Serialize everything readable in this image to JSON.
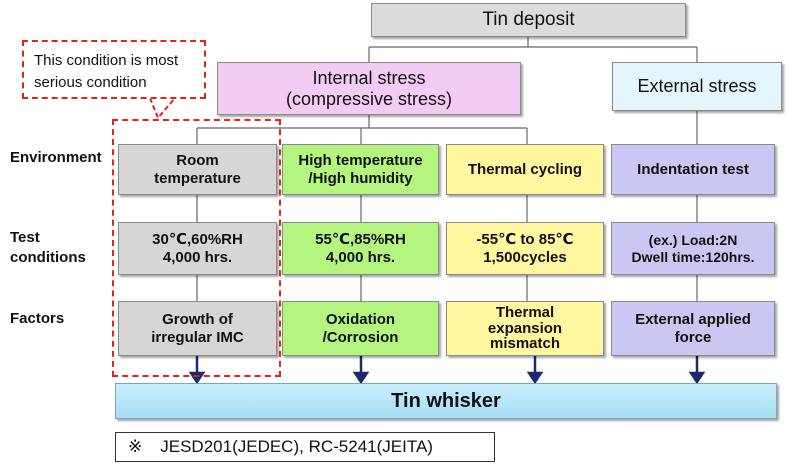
{
  "title": "Tin deposit",
  "internal_stress": {
    "line1": "Internal stress",
    "line2": "(compressive stress)"
  },
  "external_stress": "External stress",
  "row_labels": {
    "environment": "Environment",
    "test_line1": "Test",
    "test_line2": "conditions",
    "factors": "Factors"
  },
  "environment": [
    {
      "line1": "Room",
      "line2": "temperature"
    },
    {
      "line1": "High temperature",
      "line2": "/High humidity"
    },
    {
      "line1": "Thermal cycling"
    },
    {
      "line1": "Indentation test"
    }
  ],
  "test_conditions": [
    {
      "line1": "30℃,60%RH",
      "line2": "4,000 hrs."
    },
    {
      "line1": "55℃,85%RH",
      "line2": "4,000 hrs."
    },
    {
      "line1": "-55℃ to 85℃",
      "line2": "1,500cycles"
    },
    {
      "line1": "(ex.) Load:2N",
      "line2": "Dwell time:120hrs."
    }
  ],
  "factors": [
    {
      "line1": "Growth of",
      "line2": "irregular IMC"
    },
    {
      "line1": "Oxidation",
      "line2": "/Corrosion"
    },
    {
      "line1": "Thermal",
      "line2": "expansion",
      "line3": "mismatch"
    },
    {
      "line1": "External applied",
      "line2": "force"
    }
  ],
  "result": "Tin whisker",
  "callout": {
    "line1": "This condition is most",
    "line2": "serious condition"
  },
  "footnote": {
    "mark": "※",
    "text": "JESD201(JEDEC), RC-5241(JEITA)"
  },
  "colors": {
    "room": "#d6d6d6",
    "humidity": "#b3f57e",
    "thermal": "#fff6a0",
    "indentation": "#cac7f2",
    "internal": "#f2ccf2",
    "external": "#e4f6fb",
    "whisker": "#a6def5",
    "highlight": "#e0231f",
    "arrow": "#1a2a6e"
  }
}
